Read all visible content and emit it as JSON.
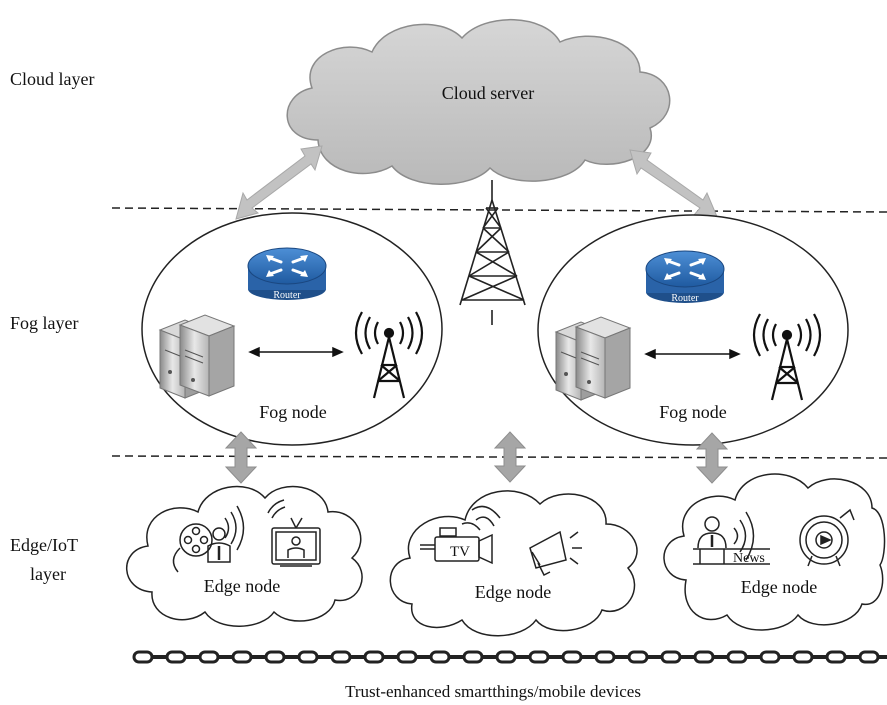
{
  "layers": {
    "cloud": "Cloud layer",
    "fog": "Fog layer",
    "edge_line1": "Edge/IoT",
    "edge_line2": "layer"
  },
  "cloud_server": "Cloud server",
  "fog_nodes": [
    {
      "label": "Fog node",
      "router_label": "Router"
    },
    {
      "label": "Fog node",
      "router_label": "Router"
    }
  ],
  "edge_nodes": [
    {
      "label": "Edge node",
      "tv_label": ""
    },
    {
      "label": "Edge node",
      "tv_label": "TV"
    },
    {
      "label": "Edge node",
      "news_label": "News"
    }
  ],
  "footer": "Trust-enhanced smartthings/mobile devices",
  "colors": {
    "cloud_fill": "#c8c8c8",
    "arrow_gray": "#b0b0b0",
    "router_blue": "#2f6db5"
  }
}
